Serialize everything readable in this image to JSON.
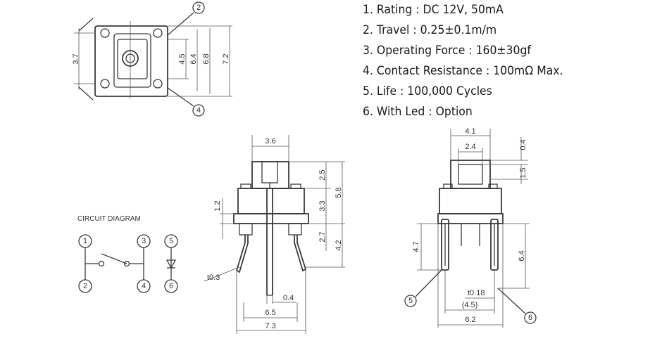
{
  "specs": [
    "1. Rating : DC 12V, 50mA",
    "2. Travel : 0.25±0.1m/m",
    "3. Operating Force : 160±30gf",
    "4. Contact Resistance : 100mΩ Max.",
    "5. Life : 100,000 Cycles",
    "6. With Led : Option"
  ],
  "top_view": {
    "dims": [
      "4.5",
      "6.4",
      "6.8",
      "7.2",
      "3.7"
    ],
    "callouts": [
      "2",
      "4"
    ]
  },
  "front_view": {
    "dims": [
      "3.6",
      "2.5",
      "5.8",
      "3.3",
      "1.2",
      "2.7",
      "4.2",
      "t0.3",
      "0.4",
      "6.5",
      "7.3"
    ]
  },
  "side_view": {
    "dims": [
      "4.1",
      "2.4",
      "0.4",
      "1.5",
      "4.7",
      "6.4",
      "t0.18",
      "(4.5)",
      "6.2"
    ],
    "callouts": [
      "5",
      "6"
    ]
  },
  "circuit": {
    "title": "CIRCUIT DIAGRAM",
    "terminals": [
      "1",
      "2",
      "3",
      "4",
      "5",
      "6"
    ]
  }
}
